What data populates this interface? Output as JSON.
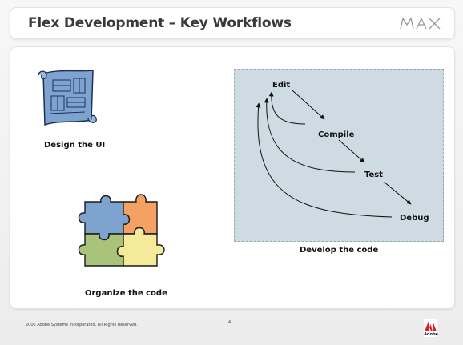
{
  "slide": {
    "title": "Flex Development – Key Workflows",
    "logo_text": "MAX"
  },
  "left_panel": {
    "design_label": "Design the UI",
    "organize_label": "Organize the code"
  },
  "workflow": {
    "nodes": [
      "Edit",
      "Compile",
      "Test",
      "Debug"
    ],
    "caption": "Develop the code"
  },
  "footer": {
    "copyright": "2006 Adobe Systems Incorporated.  All Rights Reserved.",
    "page_number": "4",
    "brand": "Adobe"
  },
  "colors": {
    "accent_red": "#e21b22",
    "workflow_bg": "#cfdbe3",
    "puzzle_blue": "#7fa3cf",
    "puzzle_orange": "#f4a163",
    "puzzle_green": "#a9c47a",
    "puzzle_yellow": "#f5ea9a"
  },
  "icons": [
    "blueprint-scroll-icon",
    "puzzle-pieces-icon",
    "max-logo-icon",
    "adobe-logo-icon"
  ]
}
